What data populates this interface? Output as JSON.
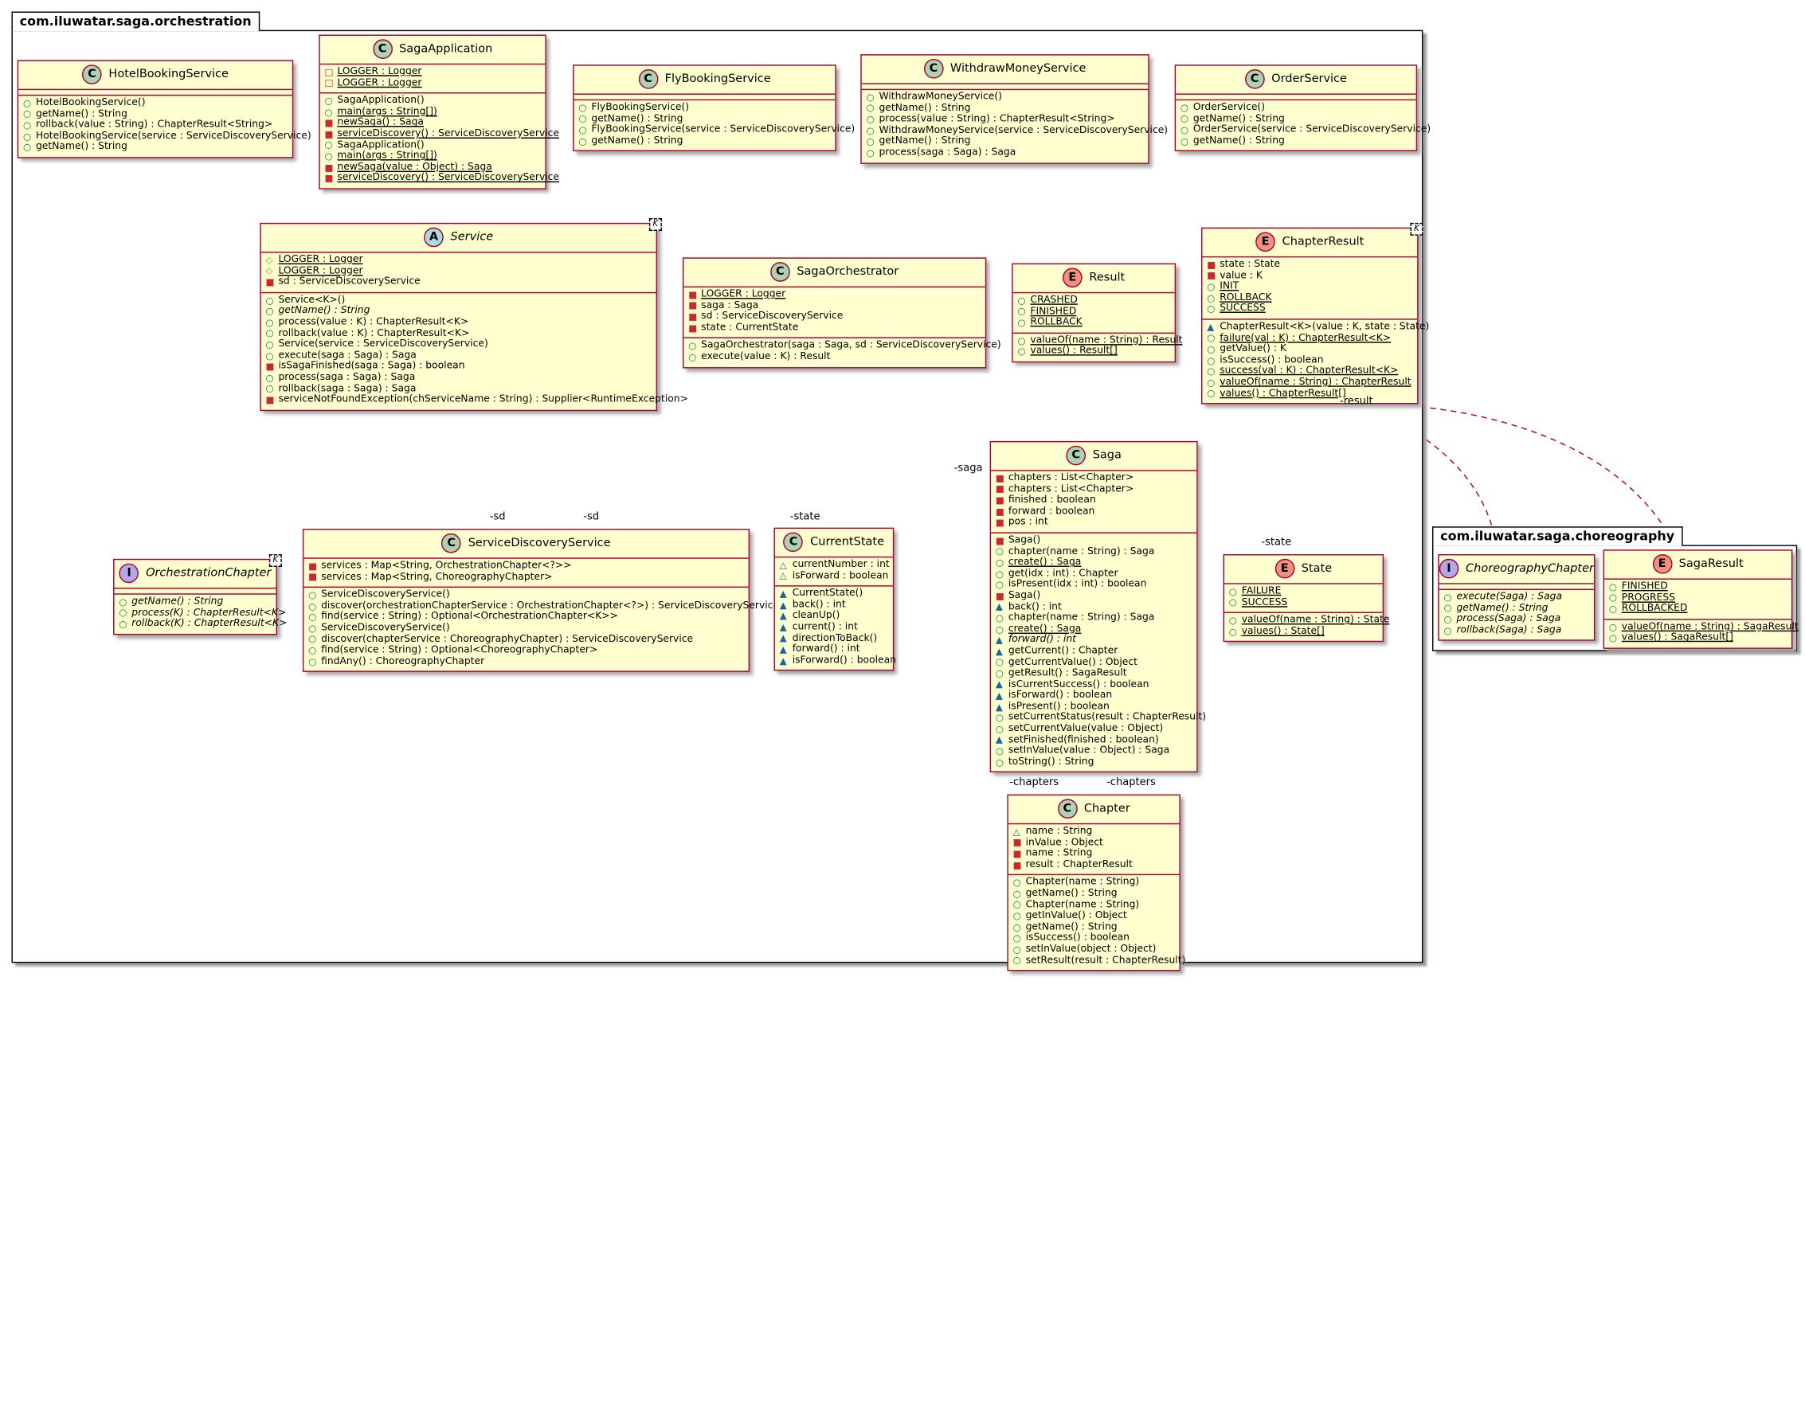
{
  "packages": {
    "orchestration": "com.iluwatar.saga.orchestration",
    "choreography": "com.iluwatar.saga.choreography"
  },
  "colors": {
    "class_fill": "#fefece",
    "class_border": "#a80036",
    "edge": "#a80036"
  },
  "classes": {
    "hotel": {
      "kind": "C",
      "name": "HotelBookingService",
      "methods": [
        "HotelBookingService()",
        "getName() : String",
        "rollback(value : String) : ChapterResult<String>",
        "HotelBookingService(service : ServiceDiscoveryService)",
        "getName() : String"
      ]
    },
    "sagaapp": {
      "kind": "C",
      "name": "SagaApplication",
      "fields": [
        "LOGGER : Logger",
        "LOGGER : Logger"
      ],
      "methods": [
        "SagaApplication()",
        "main(args : String[])",
        "newSaga() : Saga",
        "serviceDiscovery() : ServiceDiscoveryService",
        "SagaApplication()",
        "main(args : String[])",
        "newSaga(value : Object) : Saga",
        "serviceDiscovery() : ServiceDiscoveryService"
      ]
    },
    "fly": {
      "kind": "C",
      "name": "FlyBookingService",
      "methods": [
        "FlyBookingService()",
        "getName() : String",
        "FlyBookingService(service : ServiceDiscoveryService)",
        "getName() : String"
      ]
    },
    "withdraw": {
      "kind": "C",
      "name": "WithdrawMoneyService",
      "methods": [
        "WithdrawMoneyService()",
        "getName() : String",
        "process(value : String) : ChapterResult<String>",
        "WithdrawMoneyService(service : ServiceDiscoveryService)",
        "getName() : String",
        "process(saga : Saga) : Saga"
      ]
    },
    "order": {
      "kind": "C",
      "name": "OrderService",
      "methods": [
        "OrderService()",
        "getName() : String",
        "OrderService(service : ServiceDiscoveryService)",
        "getName() : String"
      ]
    },
    "service": {
      "kind": "A",
      "name": "Service",
      "generic": "K",
      "fields": [
        "LOGGER : Logger",
        "LOGGER : Logger",
        "sd : ServiceDiscoveryService"
      ],
      "methods": [
        "Service<K>()",
        "getName() : String",
        "process(value : K) : ChapterResult<K>",
        "rollback(value : K) : ChapterResult<K>",
        "Service(service : ServiceDiscoveryService)",
        "execute(saga : Saga) : Saga",
        "isSagaFinished(saga : Saga) : boolean",
        "process(saga : Saga) : Saga",
        "rollback(saga : Saga) : Saga",
        "serviceNotFoundException(chServiceName : String) : Supplier<RuntimeException>"
      ]
    },
    "orchestrator": {
      "kind": "C",
      "name": "SagaOrchestrator",
      "fields": [
        "LOGGER : Logger",
        "saga : Saga",
        "sd : ServiceDiscoveryService",
        "state : CurrentState"
      ],
      "methods": [
        "SagaOrchestrator(saga : Saga, sd : ServiceDiscoveryService)",
        "execute(value : K) : Result"
      ]
    },
    "result": {
      "kind": "E",
      "name": "Result",
      "fields": [
        "CRASHED",
        "FINISHED",
        "ROLLBACK"
      ],
      "methods": [
        "valueOf(name : String) : Result",
        "values() : Result[]"
      ]
    },
    "chapterresult": {
      "kind": "E",
      "name": "ChapterResult",
      "generic": "K",
      "fields": [
        "state : State",
        "value : K",
        "INIT",
        "ROLLBACK",
        "SUCCESS"
      ],
      "methods": [
        "ChapterResult<K>(value : K, state : State)",
        "failure(val : K) : ChapterResult<K>",
        "getValue() : K",
        "isSuccess() : boolean",
        "success(val : K) : ChapterResult<K>",
        "valueOf(name : String) : ChapterResult",
        "values() : ChapterResult[]"
      ]
    },
    "orchchapter": {
      "kind": "I",
      "name": "OrchestrationChapter",
      "generic": "K",
      "methods": [
        "getName() : String",
        "process(K) : ChapterResult<K>",
        "rollback(K) : ChapterResult<K>"
      ]
    },
    "sds": {
      "kind": "C",
      "name": "ServiceDiscoveryService",
      "fields": [
        "services : Map<String, OrchestrationChapter<?>>",
        "services : Map<String, ChoreographyChapter>"
      ],
      "methods": [
        "ServiceDiscoveryService()",
        "discover(orchestrationChapterService : OrchestrationChapter<?>) : ServiceDiscoveryService",
        "find(service : String) : Optional<OrchestrationChapter<K>>",
        "ServiceDiscoveryService()",
        "discover(chapterService : ChoreographyChapter) : ServiceDiscoveryService",
        "find(service : String) : Optional<ChoreographyChapter>",
        "findAny() : ChoreographyChapter"
      ]
    },
    "currentstate": {
      "kind": "C",
      "name": "CurrentState",
      "fields": [
        "currentNumber : int",
        "isForward : boolean"
      ],
      "methods": [
        "CurrentState()",
        "back() : int",
        "cleanUp()",
        "current() : int",
        "directionToBack()",
        "forward() : int",
        "isForward() : boolean"
      ]
    },
    "saga": {
      "kind": "C",
      "name": "Saga",
      "fields": [
        "chapters : List<Chapter>",
        "chapters : List<Chapter>",
        "finished : boolean",
        "forward : boolean",
        "pos : int"
      ],
      "methods": [
        "Saga()",
        "chapter(name : String) : Saga",
        "create() : Saga",
        "get(idx : int) : Chapter",
        "isPresent(idx : int) : boolean",
        "Saga()",
        "back() : int",
        "chapter(name : String) : Saga",
        "create() : Saga",
        "forward() : int",
        "getCurrent() : Chapter",
        "getCurrentValue() : Object",
        "getResult() : SagaResult",
        "isCurrentSuccess() : boolean",
        "isForward() : boolean",
        "isPresent() : boolean",
        "setCurrentStatus(result : ChapterResult)",
        "setCurrentValue(value : Object)",
        "setFinished(finished : boolean)",
        "setInValue(value : Object) : Saga",
        "toString() : String"
      ]
    },
    "state": {
      "kind": "E",
      "name": "State",
      "fields": [
        "FAILURE",
        "SUCCESS"
      ],
      "methods": [
        "valueOf(name : String) : State",
        "values() : State[]"
      ]
    },
    "chapter": {
      "kind": "C",
      "name": "Chapter",
      "fields": [
        "name : String",
        "inValue : Object",
        "name : String",
        "result : ChapterResult"
      ],
      "methods": [
        "Chapter(name : String)",
        "getName() : String",
        "Chapter(name : String)",
        "getInValue() : Object",
        "getName() : String",
        "isSuccess() : boolean",
        "setInValue(object : Object)",
        "setResult(result : ChapterResult)"
      ]
    },
    "chorchapter": {
      "kind": "I",
      "name": "ChoreographyChapter",
      "methods": [
        "execute(Saga) : Saga",
        "getName() : String",
        "process(Saga) : Saga",
        "rollback(Saga) : Saga"
      ]
    },
    "sagaresult": {
      "kind": "E",
      "name": "SagaResult",
      "fields": [
        "FINISHED",
        "PROGRESS",
        "ROLLBACKED"
      ],
      "methods": [
        "valueOf(name : String) : SagaResult",
        "values() : SagaResult[]"
      ]
    }
  },
  "edge_labels": {
    "service_sd": "-sd",
    "orch_sd": "-sd",
    "orch_state": "-state",
    "orch_saga": "-saga",
    "cr_state": "-state",
    "cr_result": "-result",
    "saga_chapters_1": "-chapters",
    "saga_chapters_2": "-chapters"
  }
}
